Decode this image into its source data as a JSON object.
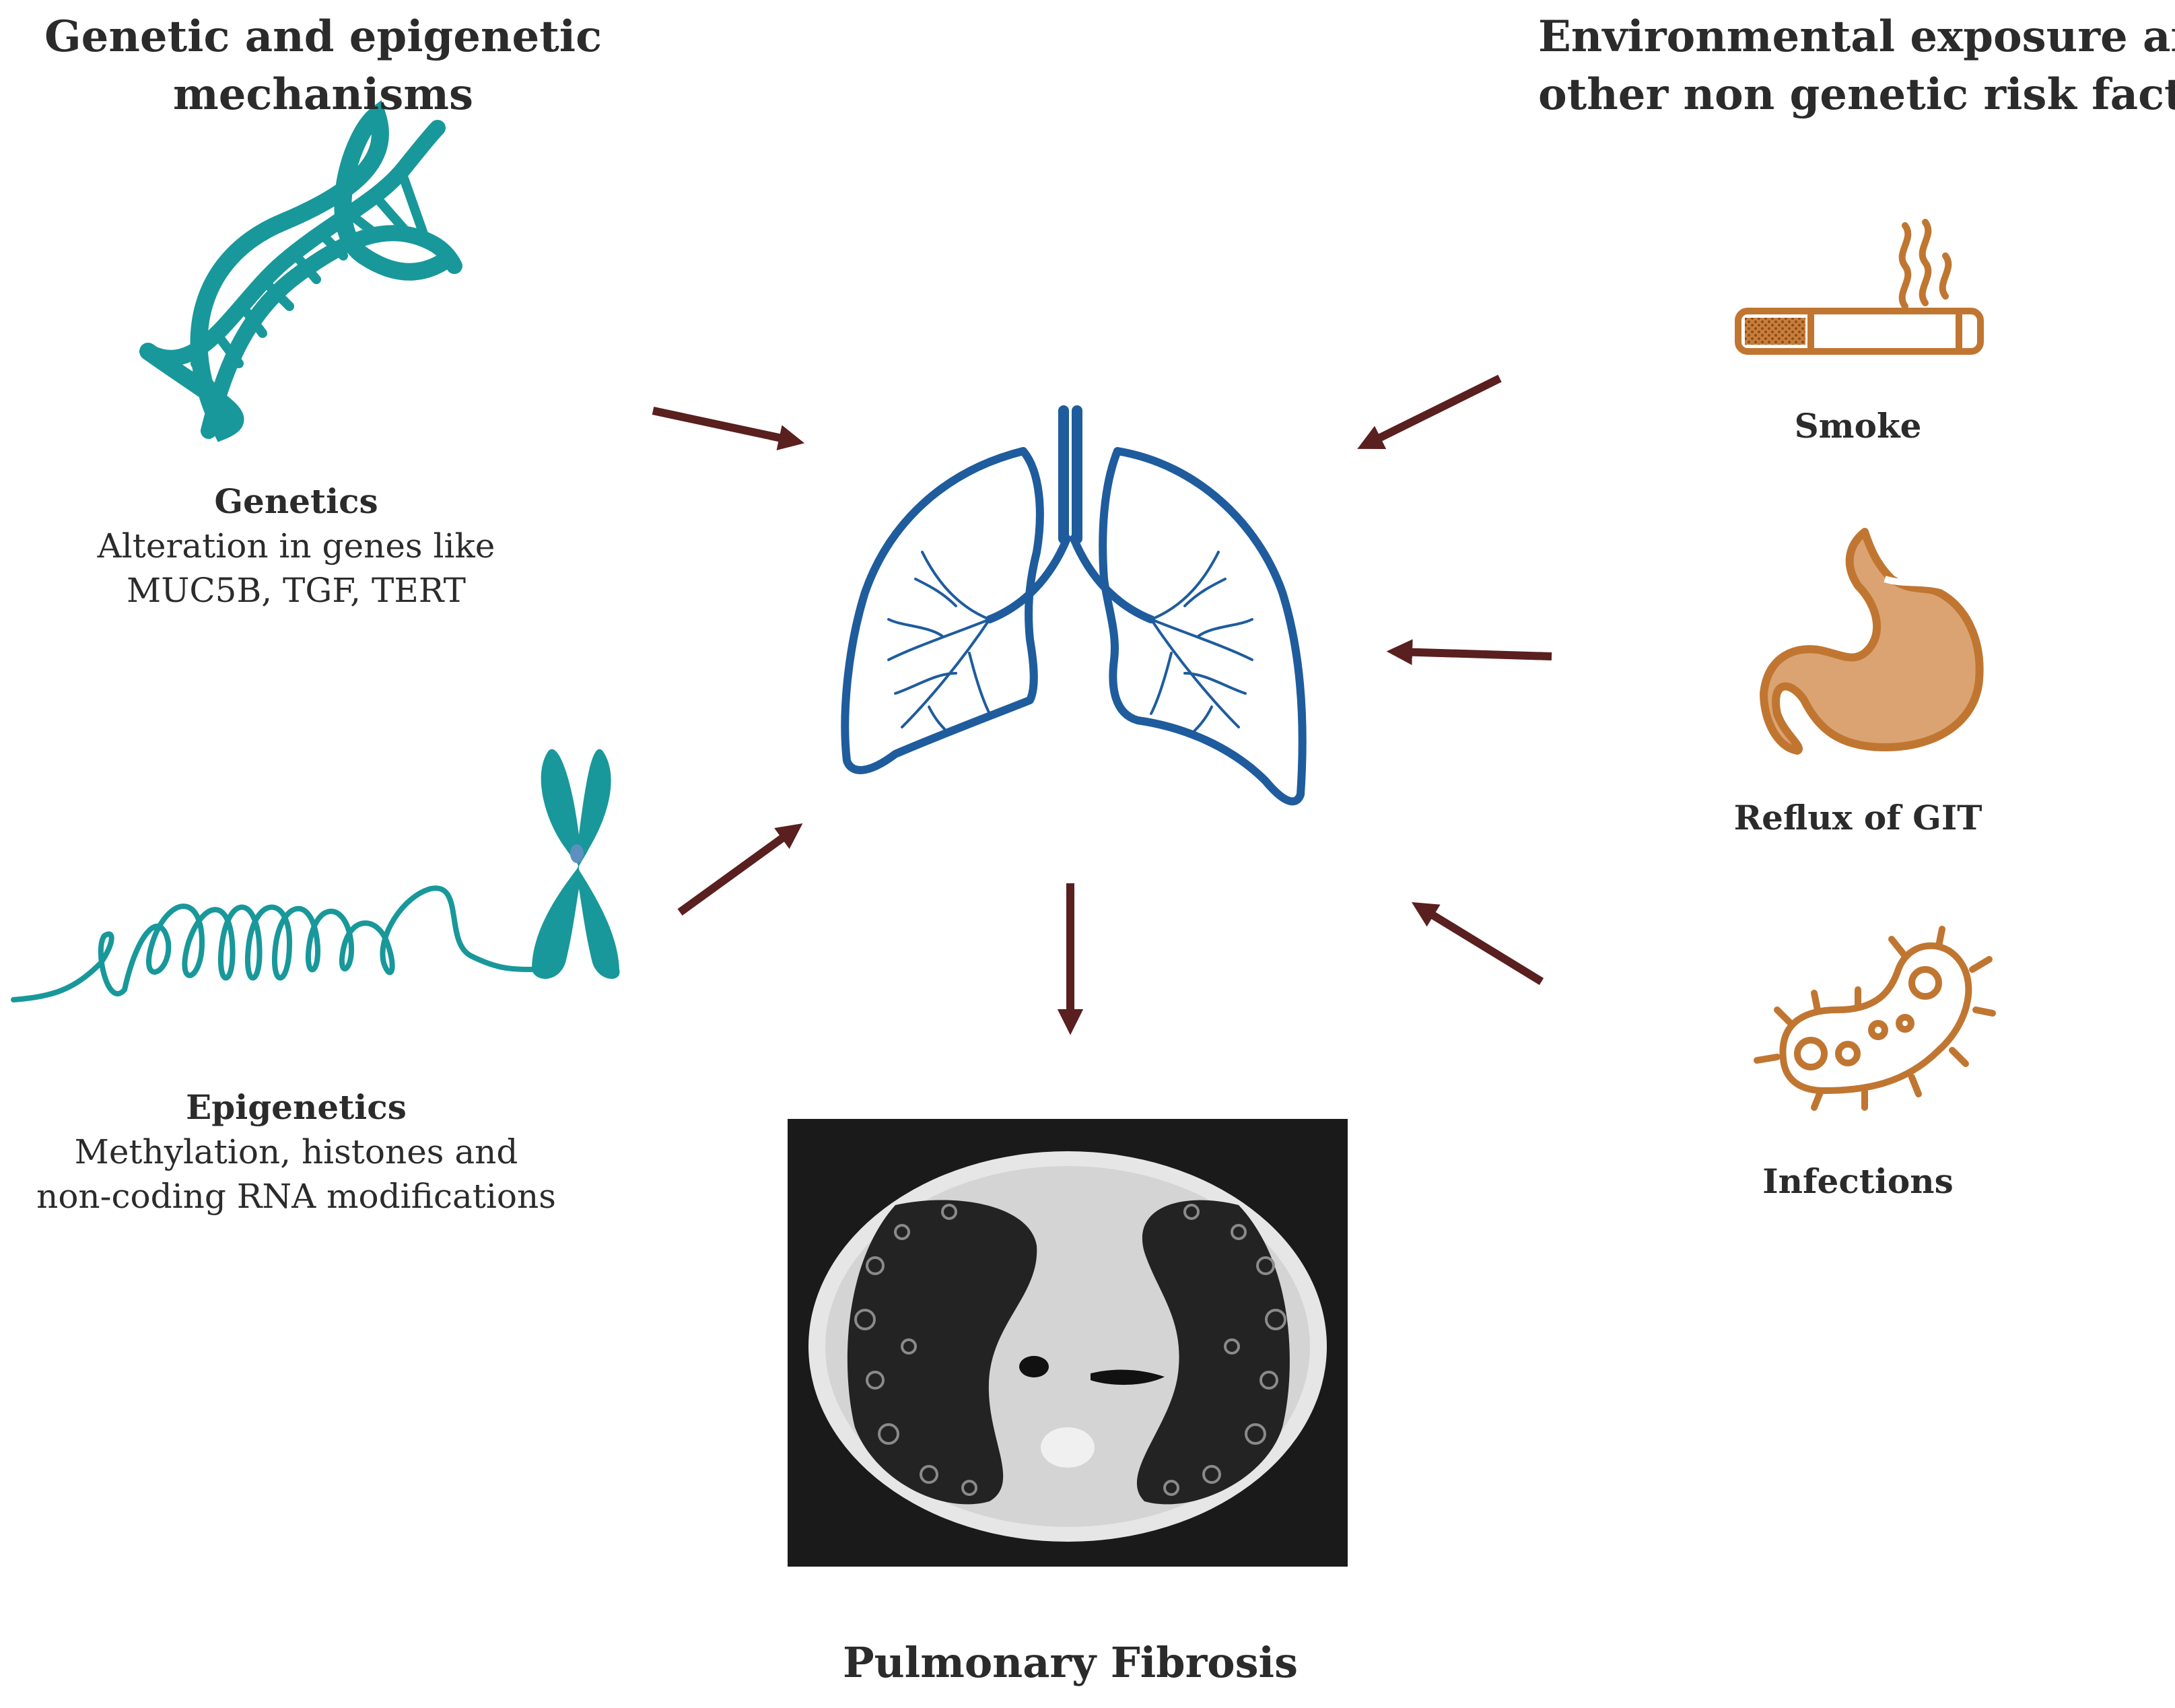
{
  "colors": {
    "genetic_teal": "#18989a",
    "environment_orange": "#c07631",
    "stomach_fill": "#dba371",
    "lung_blue": "#1e5c9d",
    "arrow_brown": "#5a1f1f",
    "ct_background": "#1a1a1a"
  },
  "left_panel": {
    "heading": [
      "Genetic and epigenetic",
      "mechanisms"
    ],
    "genetics": {
      "icon": "dna-double-helix-icon",
      "title": "Genetics",
      "lines": [
        "Alteration in genes like",
        "MUC5B, TGF, TERT"
      ]
    },
    "epigenetics": {
      "icon": "chromosome-chromatin-icon",
      "title": "Epigenetics",
      "lines": [
        "Methylation, histones and",
        "non-coding RNA modifications"
      ]
    }
  },
  "right_panel": {
    "heading": [
      "Environmental exposure and",
      "other non genetic risk factors"
    ],
    "factors": [
      {
        "icon": "cigarette-icon",
        "label": "Smoke"
      },
      {
        "icon": "stomach-icon",
        "label": "Reflux of GIT"
      },
      {
        "icon": "bacteria-icon",
        "label": "Infections"
      }
    ]
  },
  "center": {
    "icon": "lungs-icon",
    "image": "ct-scan-chest-image"
  },
  "outcome": {
    "title": "Pulmonary Fibrosis"
  }
}
